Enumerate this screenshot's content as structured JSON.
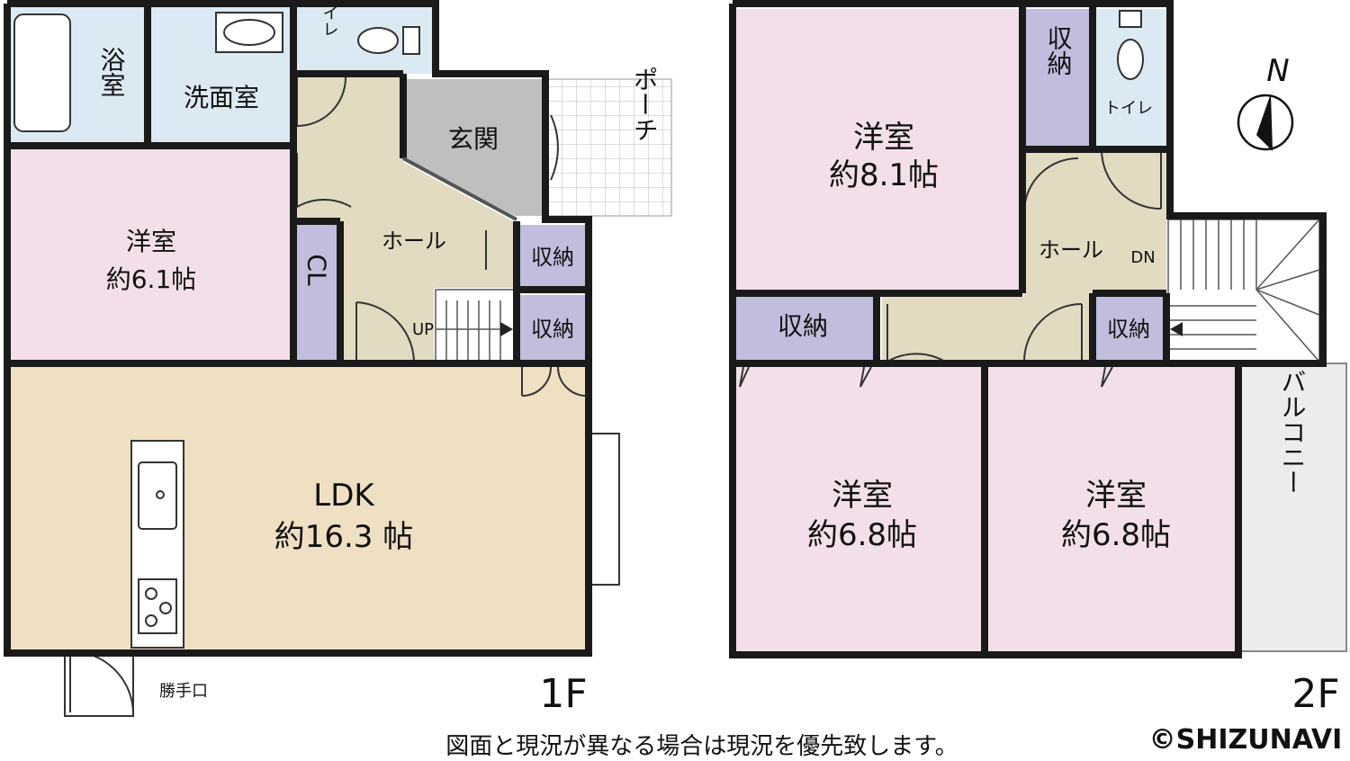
{
  "floor1": {
    "floor_label": "1F",
    "bath": "浴室",
    "washroom": "洗面室",
    "toilet": "トイレ",
    "entrance": "玄関",
    "porch": "ポーチ",
    "hall": "ホール",
    "bedroom": {
      "name": "洋室",
      "size": "約6.1帖"
    },
    "closet": "CL",
    "storage_a": "収納",
    "storage_b": "収納",
    "up": "UP",
    "ldk": {
      "name": "LDK",
      "size": "約16.3 帖"
    },
    "back_door": "勝手口"
  },
  "floor2": {
    "floor_label": "2F",
    "room_north": {
      "name": "洋室",
      "size": "約8.1帖"
    },
    "storage_top": "収納",
    "toilet": "トイレ",
    "hall": "ホール",
    "dn": "DN",
    "storage_left": "収納",
    "storage_right": "収納",
    "room_sw": {
      "name": "洋室",
      "size": "約6.8帖"
    },
    "room_se": {
      "name": "洋室",
      "size": "約6.8帖"
    },
    "balcony": "バルコニー",
    "north": "N"
  },
  "footer": {
    "notice": "図面と現況が異なる場合は現況を優先致します。",
    "credit": "©SHIZUNAVI"
  },
  "colors": {
    "pink": "#f3dfe9",
    "beige": "#efdfc3",
    "hall": "#e2dbc2",
    "blue": "#dbe9f3",
    "purple": "#c0bedc",
    "entrance_gray": "#bfbfbf",
    "balcony": "#ececec",
    "wall": "#1a1a1a"
  }
}
